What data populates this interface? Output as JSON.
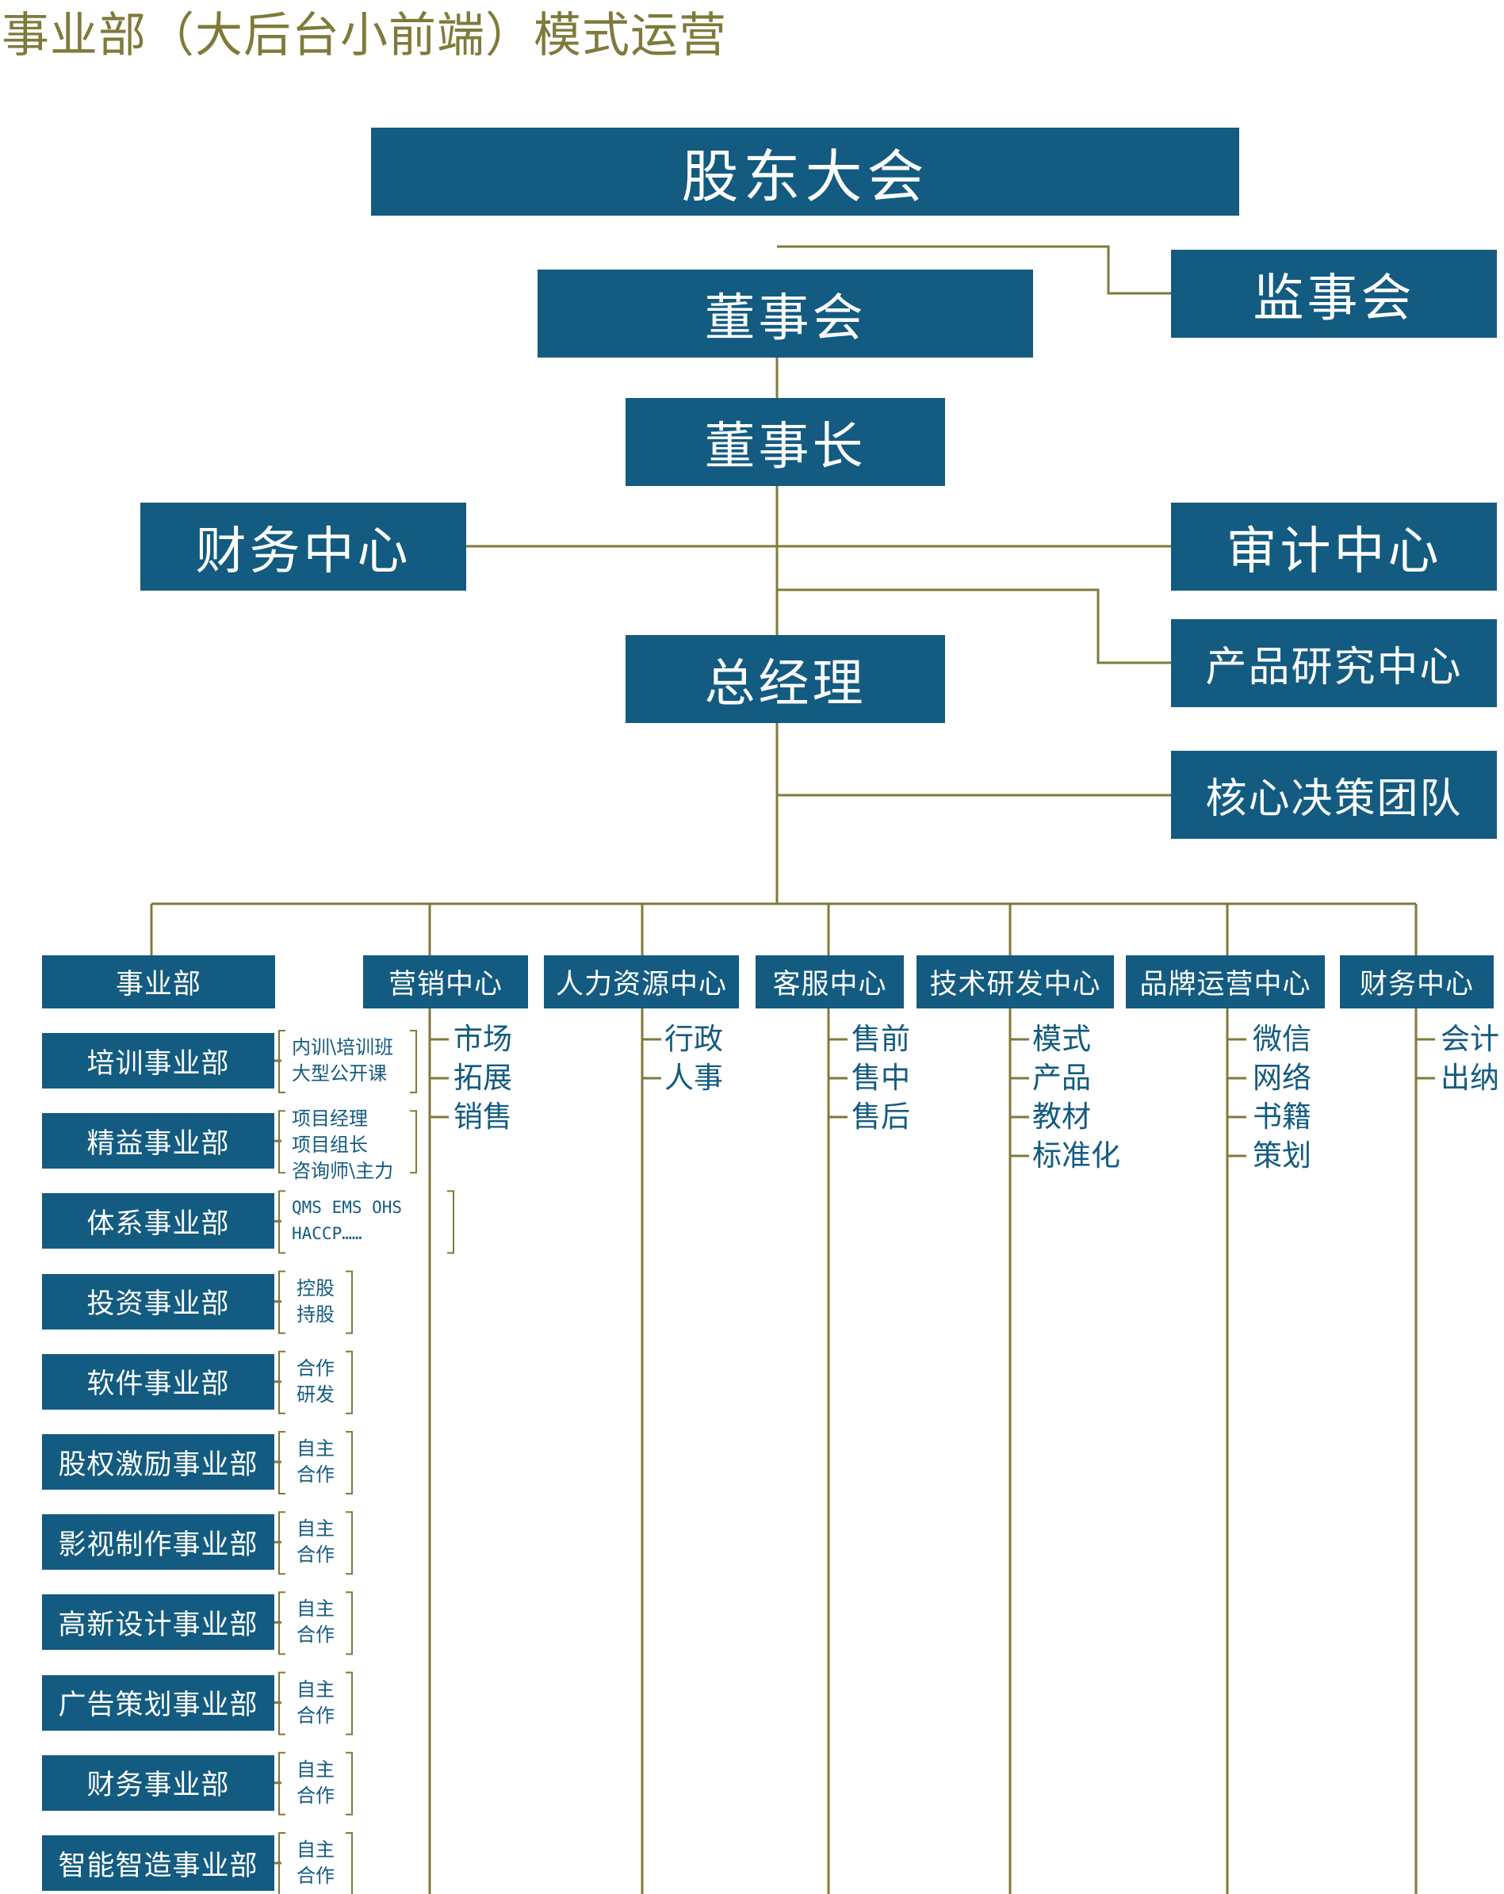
{
  "title": "事业部（大后台小前端）模式运营",
  "colors": {
    "box": "#135b80",
    "line": "#7f7a3a",
    "title": "#7f7a3a"
  },
  "top": {
    "shareholders": "股东大会",
    "supervisors": "监事会",
    "board": "董事会",
    "chairman": "董事长",
    "finance_center": "财务中心",
    "audit_center": "审计中心",
    "product_rd_center": "产品研究中心",
    "general_manager": "总经理",
    "core_team": "核心决策团队"
  },
  "centers": [
    {
      "name": "事业部"
    },
    {
      "name": "营销中心",
      "items": [
        "市场",
        "拓展",
        "销售"
      ]
    },
    {
      "name": "人力资源中心",
      "items": [
        "行政",
        "人事"
      ]
    },
    {
      "name": "客服中心",
      "items": [
        "售前",
        "售中",
        "售后"
      ]
    },
    {
      "name": "技术研发中心",
      "items": [
        "模式",
        "产品",
        "教材",
        "标准化"
      ]
    },
    {
      "name": "品牌运营中心",
      "items": [
        "微信",
        "网络",
        "书籍",
        "策划"
      ]
    },
    {
      "name": "财务中心",
      "items": [
        "会计",
        "出纳"
      ]
    }
  ],
  "divisions": [
    {
      "name": "培训事业部",
      "notes": [
        "内训\\培训班",
        "大型公开课"
      ]
    },
    {
      "name": "精益事业部",
      "notes": [
        "项目经理",
        "项目组长",
        "咨询师\\主力"
      ]
    },
    {
      "name": "体系事业部",
      "notes": [
        "QMS EMS OHS",
        "HACCP……"
      ]
    },
    {
      "name": "投资事业部",
      "notes": [
        "控股",
        "持股"
      ]
    },
    {
      "name": "软件事业部",
      "notes": [
        "合作",
        "研发"
      ]
    },
    {
      "name": "股权激励事业部",
      "notes": [
        "自主",
        "合作"
      ]
    },
    {
      "name": "影视制作事业部",
      "notes": [
        "自主",
        "合作"
      ]
    },
    {
      "name": "高新设计事业部",
      "notes": [
        "自主",
        "合作"
      ]
    },
    {
      "name": "广告策划事业部",
      "notes": [
        "自主",
        "合作"
      ]
    },
    {
      "name": "财务事业部",
      "notes": [
        "自主",
        "合作"
      ]
    },
    {
      "name": "智能智造事业部",
      "notes": [
        "自主",
        "合作"
      ]
    }
  ]
}
